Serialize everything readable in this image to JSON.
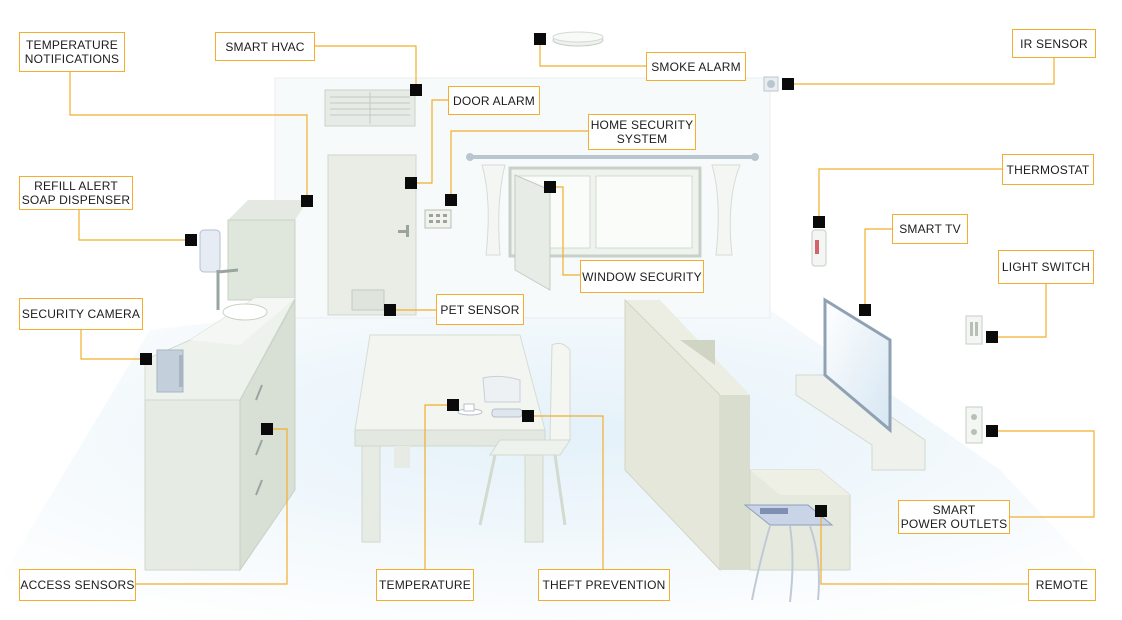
{
  "colors": {
    "callout_border": "#f2ae2c",
    "leader_line": "#f2ae2c",
    "marker": "#0a0a0a",
    "floor": "#dcecf6",
    "wall": "#ffffff",
    "furniture": "#eef1ec",
    "furniture_shade": "#d4dbd1",
    "sofa": "#e2e5d8"
  },
  "labels": {
    "temperature_notifications": "TEMPERATURE\nNOTIFICATIONS",
    "smart_hvac": "SMART HVAC",
    "smoke_alarm": "SMOKE ALARM",
    "ir_sensor": "IR SENSOR",
    "door_alarm": "DOOR ALARM",
    "home_security_system": "HOME SECURITY\nSYSTEM",
    "refill_alert_soap_dispenser": "REFILL ALERT\nSOAP DISPENSER",
    "thermostat": "THERMOSTAT",
    "smart_tv": "SMART TV",
    "light_switch": "LIGHT SWITCH",
    "window_security": "WINDOW SECURITY",
    "security_camera": "SECURITY CAMERA",
    "pet_sensor": "PET SENSOR",
    "smart_power_outlets": "SMART\nPOWER OUTLETS",
    "access_sensors": "ACCESS SENSORS",
    "temperature": "TEMPERATURE",
    "theft_prevention": "THEFT PREVENTION",
    "remote": "REMOTE"
  },
  "icons": {
    "scene": "smart-home-room-illustration",
    "marker": "sensor-marker-square"
  }
}
